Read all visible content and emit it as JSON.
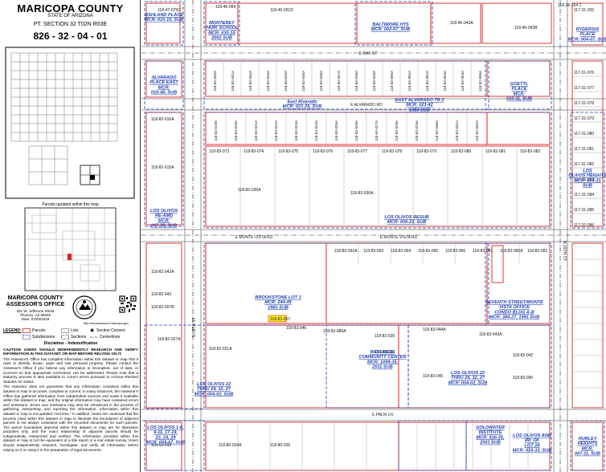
{
  "header": {
    "county": "MARICOPA COUNTY",
    "state": "STATE OF ARIZONA",
    "section": "PT. SECTION 32 T02N R03E",
    "book_map": "826 - 32 - 04 - 01"
  },
  "parcels_caption": "Parcels updated within this map",
  "assessor": {
    "title1": "MARICOPA COUNTY",
    "title2": "ASSESSOR'S OFFICE",
    "addr1": "301 W. Jefferson Street",
    "addr2": "Phoenix, AZ 85003",
    "date": "Date: 07/03/2018",
    "url": "http://mcassessor.maricopa.gov"
  },
  "legend": {
    "title": "LEGEND:",
    "parcels": "Parcels",
    "lots": "Lots",
    "section_corners": "Section Corners",
    "subdivisions": "Subdivisions",
    "sections": "Sections",
    "centerlines": "Centerlines"
  },
  "disclaimer": {
    "title": "Disclaimer - Indemnification",
    "caution": "CAUTION! USERS SHOULD INDEPENDENTLY RESEARCH AND VERIFY INFORMATION IN THIS DATASET OR MAP BEFORE RELYING ON IT.",
    "p1": "The Assessor's Office has compiled information within this dataset or map that it uses to identify, locate, value and rate personal property. Please contact the Assessor's Office if you believe any information is incomplete, out of date, or incorrect so that appropriate corrections can be addressed. Please note that a statutory process is also available to correct errors pursuant to Arizona Revised Statutes 42-16254.",
    "p2": "The Assessor does not guarantee that any information contained within this dataset or map is accurate, complete or current. In many instances, the Assessor's Office has gathered information from independent sources and made it available within this dataset or map, and the original information may have contained errors and omissions. Errors and omissions may also be introduced in the process of gathering, interpreting, and reporting the information. Information within this dataset or map is not updated \"real time.\" In addition, Users are cautioned that the process used within this dataset or map to illustrate the boundaries of adjacent parcels is not always consistent with the recorded documents for such parcels. The parcel boundaries depicted within this dataset or map are for illustrative purposes only, and the exact relationship of adjacent parcels should be independently researched and verified. The information provided within this dataset or map is not the equivalent of a title report or a real estate survey. Users should independently research, investigate, and verify all information before relying on it or using it in the preparation of legal documents."
  },
  "streets": {
    "oak": "E OAK ST",
    "alvarado": "E ALVARADO RD",
    "monte_vista": "E MONTE VISTA RD",
    "palm": "E PALM LN",
    "n28": "N 28TH ST",
    "n29": "N 29TH ST"
  },
  "subdivisions": {
    "ashland": [
      "ASHLAND PLACE",
      "MCR: 010-15, SUB"
    ],
    "monterey": [
      "MONTEREY",
      "PARK SCHOOL",
      "MCR: 030-15",
      "2002 SUB"
    ],
    "baltimore": [
      "BALTIMORE HTS",
      "MCR: 002-67, SUB"
    ],
    "rydersia": [
      "RYDERSIA",
      "PLACE",
      "MCR: 004-07, SUB"
    ],
    "alvarado_place": [
      "ALVARADO",
      "PLACE EAST",
      "MCR:",
      "016-48, SUB"
    ],
    "east_alvarado": [
      "East Alvarado",
      "MCR: 021-25, SUB"
    ],
    "east_alvarado_tr": [
      "EAST ALVARADO TR 2",
      "MCR: 021-42",
      "1980 SUB"
    ],
    "goettl": [
      "GOETTL",
      "PLACE",
      "MCR:",
      "033-11, SUB"
    ],
    "los_olivos_heights": [
      "LOS",
      "OLIVOS HEIGHTS",
      "MCR: 005-31",
      "SUB"
    ],
    "los_olivos_reamd": [
      "LOS OLIVOS",
      "RE-AMD",
      "MCR:",
      "007-39, SUB"
    ],
    "los_olivos_resub": [
      "LOS OLIVOS RESUB",
      "MCR: 006-23, SUB"
    ],
    "brookstone": [
      "BROOKSTONE LOT 1",
      "MCR: 244-45",
      "1983 SUB"
    ],
    "seventh_street": [
      "SEVENTH STREET/MONTE",
      "VISTA OFFICE",
      "CONDO BLDG A-B",
      "MCR: 384-27, 1991 SUB"
    ],
    "wellness": [
      "WELLNESS",
      "COMMUNITY CENTER",
      "MCR: 1099-35,",
      "2011 SUB"
    ],
    "los_olivos_22_a": [
      "LOS OLIVOS 22",
      "THRU 29, 32, 27",
      "MCR: 004-02, SUB"
    ],
    "los_olivos_22_b": [
      "LOS OLIVOS 22",
      "THRU 29, 32, 27",
      "MCR: 004-02, SUB"
    ],
    "los_olivos_1_6": [
      "LOS OLIVOS 1-6,",
      "9-11, 17-19,",
      "23, 24, 29",
      "MCR: 004-67, SUB"
    ],
    "goldwater": [
      "GOLDWATER",
      "INSTITUTE",
      "MCR: 516-35,",
      "2001 SUB"
    ],
    "los_olivos_rp": [
      "LOS OLIVOS AND",
      "RP. OF",
      "LOT 28",
      "MCR: 015-33, SUB"
    ],
    "hurley": [
      "HURLEY",
      "HEIGHTS",
      "MCR:",
      "007-11, SUB"
    ]
  },
  "highlight": "118-83-057",
  "parcels": {
    "top_row": [
      "118-47-079C",
      "118-46-054",
      "118-46-031D",
      "118-46-043A",
      "118-46-043B",
      "118-26-154 1",
      "117-31-032"
    ],
    "oak_lots": [
      "118-82-040A",
      "118-82-041A",
      "118-82-042A",
      "118-82-043A",
      "118-82-044A",
      "118-82-045A",
      "118-82-046A",
      "118-82-047A",
      "118-82-048A",
      "118-82-049A",
      "118-82-050A",
      "118-82-051A",
      "118-82-052A",
      "118-82-053A",
      "118-82-054A",
      "118-82-055A"
    ],
    "alv_lots": [
      "118-82-019A",
      "118-82-020A",
      "118-82-021A",
      "118-82-022A",
      "118-82-023A",
      "118-82-024A",
      "118-82-025A",
      "118-82-026A",
      "118-82-027A",
      "118-82-028A",
      "118-82-029A",
      "118-82-030A",
      "118-82-031A",
      "118-82-032A"
    ],
    "row_83": [
      "118-83-073",
      "118-83-074",
      "118-83-075",
      "118-83-076",
      "118-83-077",
      "118-83-078",
      "118-83-079",
      "118-83-080",
      "118-83-081",
      "118-83-082"
    ],
    "right_col": [
      "117-31-076",
      "117-31-077",
      "117-31-078",
      "117-31-079",
      "117-31-080",
      "117-31-081",
      "117-31-082",
      "117-31-083",
      "117-31-084",
      "117-31-085",
      "117-31-086"
    ],
    "mv_row": [
      "118-83-063",
      "118-83-064",
      "118-83-065",
      "118-83-066",
      "118-83-081",
      "118-83-082A",
      "118-83-083"
    ],
    "misc": [
      "118-82-016A",
      "118-82-015A",
      "118-82-042A",
      "118-82-043",
      "118-82-007B",
      "118-82-035A",
      "118-82-036A",
      "118-83-046",
      "118-83-035",
      "118-83-036",
      "118-83-044A",
      "118-83-045",
      "118-83-092A",
      "118-83-043A",
      "118-83-042",
      "118-83-089A",
      "118-83-090",
      "118-82-027A",
      "118-80-024A",
      "118-80-026",
      "118-82-021A",
      "118-52-010"
    ]
  }
}
